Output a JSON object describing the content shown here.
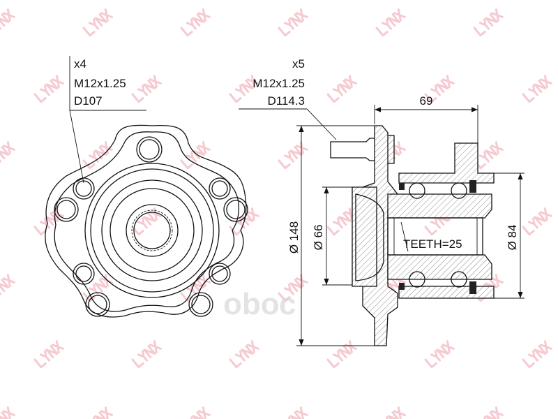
{
  "watermark": {
    "brand": "LYNX",
    "secondary": "оbос",
    "brand_color": "#f2b8c0"
  },
  "front_view": {
    "callout": {
      "count": "x4",
      "thread": "M12x1.25",
      "pcd": "D107"
    }
  },
  "side_view": {
    "callout": {
      "count": "x5",
      "thread": "M12x1.25",
      "pcd": "D114.3"
    },
    "dimensions": {
      "width": "69",
      "flange_diameter": "Ø 148",
      "pilot_diameter": "Ø 66",
      "bearing_diameter": "Ø 84",
      "teeth": "TEETH=25"
    }
  }
}
